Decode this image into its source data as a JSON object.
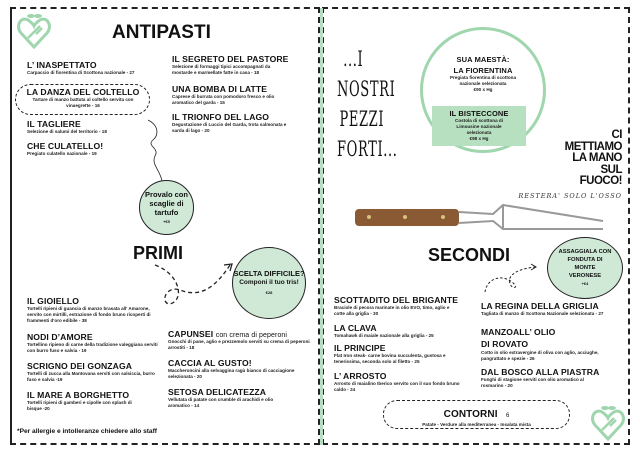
{
  "antipasti": {
    "title": "ANTIPASTI",
    "items": [
      {
        "name": "L’ INASPETTATO",
        "desc": "Carpaccio di fiorentina di Scottona nazionale - 27"
      },
      {
        "name": "LA DANZA DEL COLTELLO",
        "desc": "Tartare di manzo battuta al coltello servita con vinaegrette - 16"
      },
      {
        "name": "IL TAGLIERE",
        "desc": "Selezione di salumi del territorio - 18"
      },
      {
        "name": "CHE CULATELLO!",
        "desc": "Pregiato culatello nazionale - 19"
      },
      {
        "name": "IL SEGRETO DEL PASTORE",
        "desc": "Selezione di formaggi tipici accompagnati da mostarde e marmellate fatte in casa - 18"
      },
      {
        "name": "UNA BOMBA DI LATTE",
        "desc": "Caprese di burrata con pomodoro fresco e olio aromatico del garda - 15"
      },
      {
        "name": "IL TRIONFO DEL LAGO",
        "desc": "Degustazione di Luccio del Garda, trota salmonata e sarda di lago - 20"
      }
    ],
    "bubble": {
      "text": "Provalo con scaglie di tartufo",
      "price": "+€5"
    }
  },
  "primi": {
    "title": "PRIMI",
    "bubble": {
      "text1": "SCELTA DIFFICILE?",
      "text2": "Componi il tuo tris!",
      "price": "€28"
    },
    "items": [
      {
        "name": "IL GIOIELLO",
        "desc": "Tortelli ripieni di guancia di manzo brasata all' Amarone, servito con mirtilli, estrazione di fondo bruno ricoperti di frammenti d'oro edibile - 38"
      },
      {
        "name": "NODI D’AMORE",
        "desc": "Tortellino ripieno di carne della tradizione valeggiana serviti con burro fuso e salvia - 19"
      },
      {
        "name": "SCRIGNO DEI GONZAGA",
        "desc": "Tortelli di zucca alla Mantovana serviti con salsiccia, burro fuso e salvia -19"
      },
      {
        "name": "IL MARE A BORGHETTO",
        "desc": "Tortelli ripieni di gamberi e cipolle con splash di bisque -20"
      },
      {
        "name": "CAPUNSEI",
        "suffix": "con crema di peperoni",
        "desc": "Gnocchi di pane, aglio e prezzemolo serviti su crema di peperoni arrostiti - 18"
      },
      {
        "name": "CACCIA AL GUSTO!",
        "desc": "Maccheroncini alla selvaggina ragù bianco di cacciagione selezionata - 20"
      },
      {
        "name": "SETOSA DELICATEZZA",
        "desc": "Vellutata di patate con crumble di arachidi e olio aromatico - 14"
      }
    ]
  },
  "footnote": "*Per allergie e intolleranze chiedere allo staff",
  "pezzi_forti": {
    "lines": [
      "...I",
      "NOSTRI",
      "PEZZI",
      "FORTI..."
    ],
    "fiorentina": {
      "title1": "SUA MAESTÀ:",
      "title2": "LA FIORENTINA",
      "desc": "Pregiata fiorentina di scottona nazionale selezionata",
      "price": "€90 x Hg"
    },
    "bisteccone": {
      "title": "IL BISTECCONE",
      "desc": "Costola di scottona di Limousine nazionale selezionata",
      "price": "€98 x Hg"
    }
  },
  "slogan": {
    "lines": [
      "CI",
      "METTIAMO",
      "LA MANO",
      "SUL",
      "FUOCO!"
    ],
    "sub": "RESTERA' SOLO L'OSSO"
  },
  "secondi": {
    "title": "SECONDI",
    "bubble": {
      "text": "ASSAGGIALA CON FONDUTA DI MONTE VERONESE",
      "price": "+€4"
    },
    "items": [
      {
        "name": "SCOTTADITO DEL BRIGANTE",
        "desc": "Braciole di pecora marinate in olio EVO, timo, aglio e cotte alla griglia - 30"
      },
      {
        "name": "LA CLAVA",
        "desc": "Tomahawk di maiale nazionale alla griglia - 25"
      },
      {
        "name": "IL PRINCIPE",
        "desc": "Flat Iron steak- carne bovina succulenta, gustosa e tenerissima, seconda solo al filetto - 25"
      },
      {
        "name": "L’ ARROSTO",
        "desc": "Arrosto di maialino Iberico servito con il suo fondo bruno caldo - 24"
      },
      {
        "name": "LA REGINA DELLA GRIGLIA",
        "desc": "Tagliata di manzo di Scottona Nazionale selezionata - 27"
      },
      {
        "name": "MANZOALL’ OLIO DI ROVATO",
        "desc": "Cotto in olio extravergine di oliva con aglio, acciughe, pangrattato e spezie - 26"
      },
      {
        "name": "DAL BOSCO ALLA PIASTRA",
        "desc": "Funghi di stagione serviti con olio aromatico al rosmarino - 20"
      }
    ]
  },
  "contorni": {
    "title": "CONTORNI",
    "price": "6",
    "desc": "Patate - Verdure alla mediterranea - Insalata mista"
  },
  "colors": {
    "green": "#9fd6ae",
    "bubble": "#cfe9d6"
  }
}
